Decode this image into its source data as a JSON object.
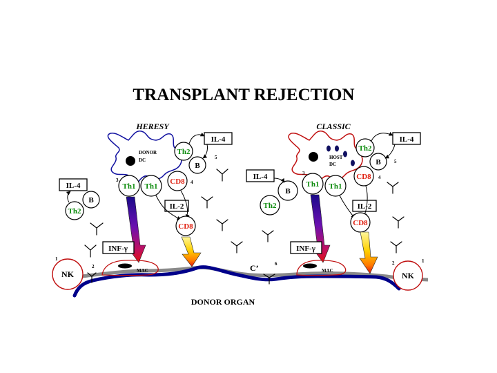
{
  "title": "TRANSPLANT REJECTION",
  "left_panel": {
    "heading": "HERESY",
    "dc_label_line1": "DONOR",
    "dc_label_line2": "DC"
  },
  "right_panel": {
    "heading": "CLASSIC",
    "dc_label_line1": "HOST",
    "dc_label_line2": "DC"
  },
  "labels": {
    "il4": "IL-4",
    "il2": "IL-2",
    "inf_gamma": "INF-γ",
    "th1": "Th1",
    "th2": "Th2",
    "b": "B",
    "cd8": "CD8",
    "nk": "NK",
    "mac": "MAC",
    "complement": "C’",
    "donor_organ": "DONOR ORGAN"
  },
  "numbers": {
    "n1": "1",
    "n2": "2",
    "n3": "3",
    "n4": "4",
    "n5": "5",
    "n6": "6"
  },
  "colors": {
    "text": "#000000",
    "th_cells": "#0a8a0a",
    "cd8": "#e02010",
    "dc_left": "#1010a0",
    "dc_right": "#c01010",
    "organ": "#000080",
    "nk_border": "#c01010"
  }
}
